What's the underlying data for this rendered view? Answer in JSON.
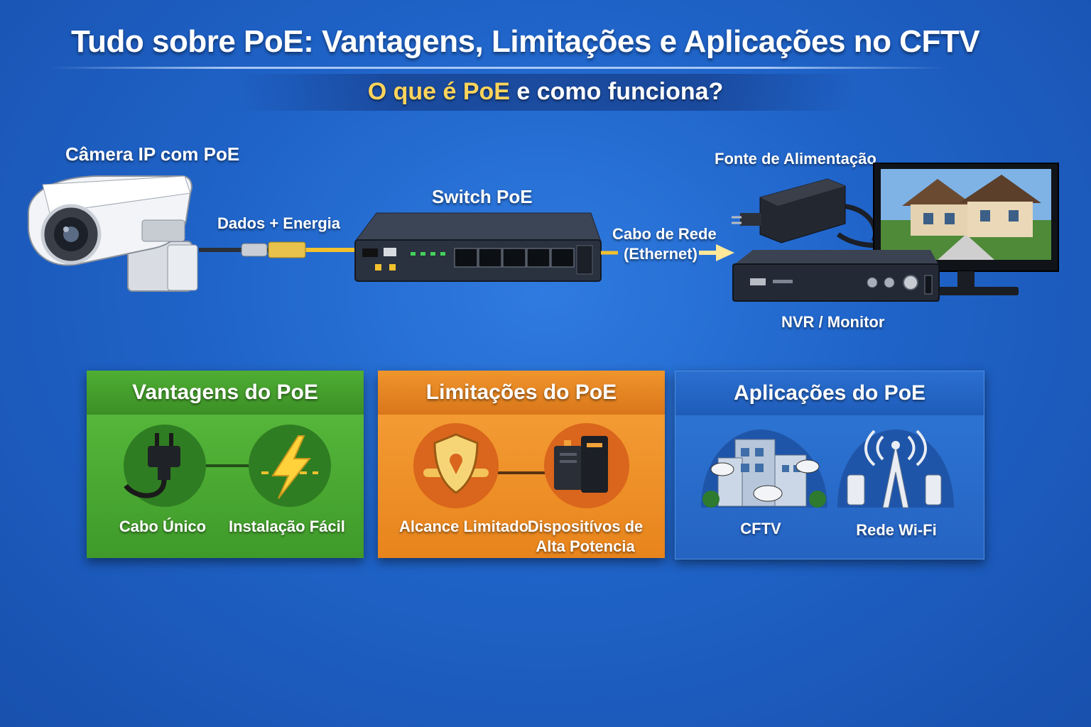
{
  "title": "Tudo sobre PoE: Vantagens, Limitações e Aplicações no CFTV",
  "subtitle": {
    "highlight": "O que é PoE",
    "rest": " e como funciona?"
  },
  "diagram": {
    "camera_label": "Câmera IP com PoE",
    "cable_label": "Dados + Energia",
    "switch_label": "Switch PoE",
    "ethernet_label_line1": "Cabo de Rede",
    "ethernet_label_line2": "(Ethernet)",
    "power_supply_label": "Fonte de Alimentação",
    "nvr_label": "NVR / Monitor"
  },
  "panels": {
    "advantages": {
      "title": "Vantagens do PoE",
      "items": [
        "Cabo Único",
        "Instalação Fácil"
      ]
    },
    "limitations": {
      "title": "Limitações do PoE",
      "items": [
        "Alcance Limitado",
        "Dispositívos de",
        "Alta Potencia"
      ]
    },
    "applications": {
      "title": "Aplicações do PoE",
      "items": [
        "CFTV",
        "Rede Wi-Fi"
      ]
    }
  },
  "colors": {
    "background": "#1f63c8",
    "highlight": "#ffd45a",
    "advantages": "#4fae33",
    "limitations": "#f0952c",
    "applications": "#2a6fd0",
    "cable": "#f2c12e"
  }
}
